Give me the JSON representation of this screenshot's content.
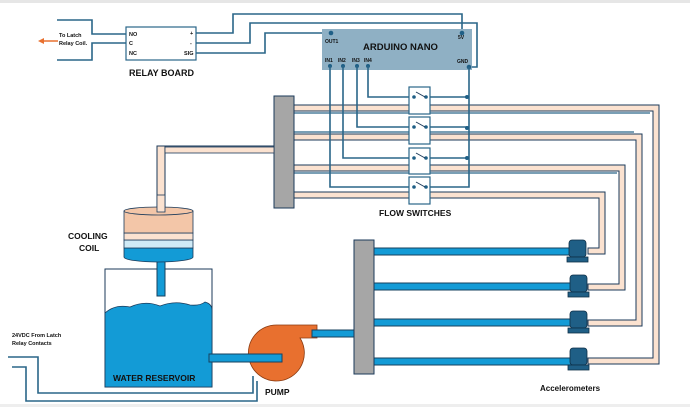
{
  "relay_board": {
    "title": "RELAY BOARD",
    "pins_left": [
      "NO",
      "C",
      "NC"
    ],
    "pins_right": [
      "+",
      "-",
      "SIG"
    ],
    "latch_note_line1": "To Latch",
    "latch_note_line2": "Relay Coil."
  },
  "arduino": {
    "title": "ARDUINO NANO",
    "out1": "OUT1",
    "v5": "5V",
    "gnd": "GND",
    "inputs": [
      "IN1",
      "IN2",
      "IN3",
      "IN4"
    ]
  },
  "flow_switches": {
    "label": "FLOW SWITCHES",
    "count": 4
  },
  "cooling_coil": {
    "line1": "COOLING",
    "line2": "COIL"
  },
  "reservoir": {
    "label": "WATER RESERVOIR"
  },
  "pump": {
    "label": "PUMP"
  },
  "accelerometers": {
    "label": "Accelerometers",
    "count": 4
  },
  "power_note": {
    "line1": "24VDC From Latch",
    "line2": "Relay Contacts"
  },
  "colors": {
    "wire": "#2a6689",
    "arduino": "#8fb0c4",
    "coolant_warm": "#fbe2d0",
    "coolant_cold": "#139bd6",
    "manifold": "#a6a6a6",
    "pump": "#e8702f",
    "accelerometer": "#1f5f86"
  }
}
